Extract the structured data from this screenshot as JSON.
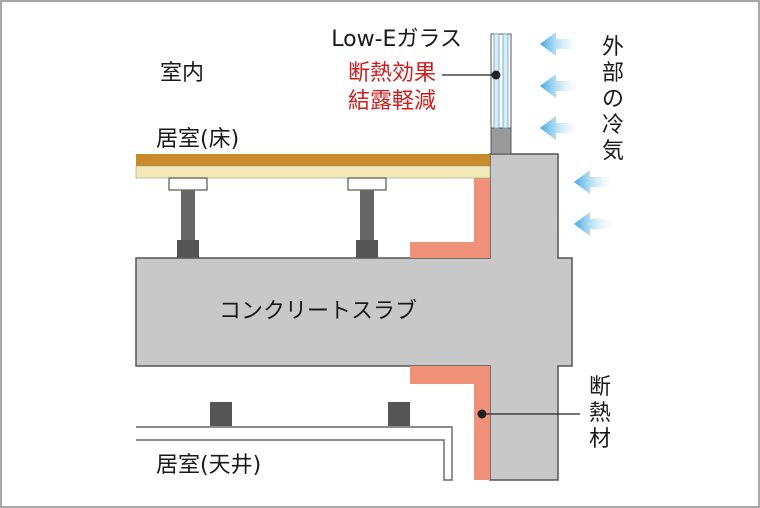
{
  "labels": {
    "indoor": "室内",
    "room_floor": "居室(床)",
    "room_ceiling": "居室(天井)",
    "glass": "Low-Eガラス",
    "effect_line1": "断熱効果",
    "effect_line2": "結露軽減",
    "outside_air": [
      "外",
      "部",
      "の",
      "冷",
      "気"
    ],
    "insulation": [
      "断",
      "熱",
      "材"
    ],
    "slab": "コンクリートスラブ"
  },
  "colors": {
    "concrete": "#c8c8c8",
    "insulation": "#f0917a",
    "floor_wood": "#c88a2a",
    "floor_base": "#f3eab8",
    "arrow": "#4aaee6",
    "accent_red": "#cc1f1f",
    "frame": "#777777"
  },
  "icons": {
    "cold_air": "arrow-left-icon",
    "leader_dot": "dot-icon"
  }
}
